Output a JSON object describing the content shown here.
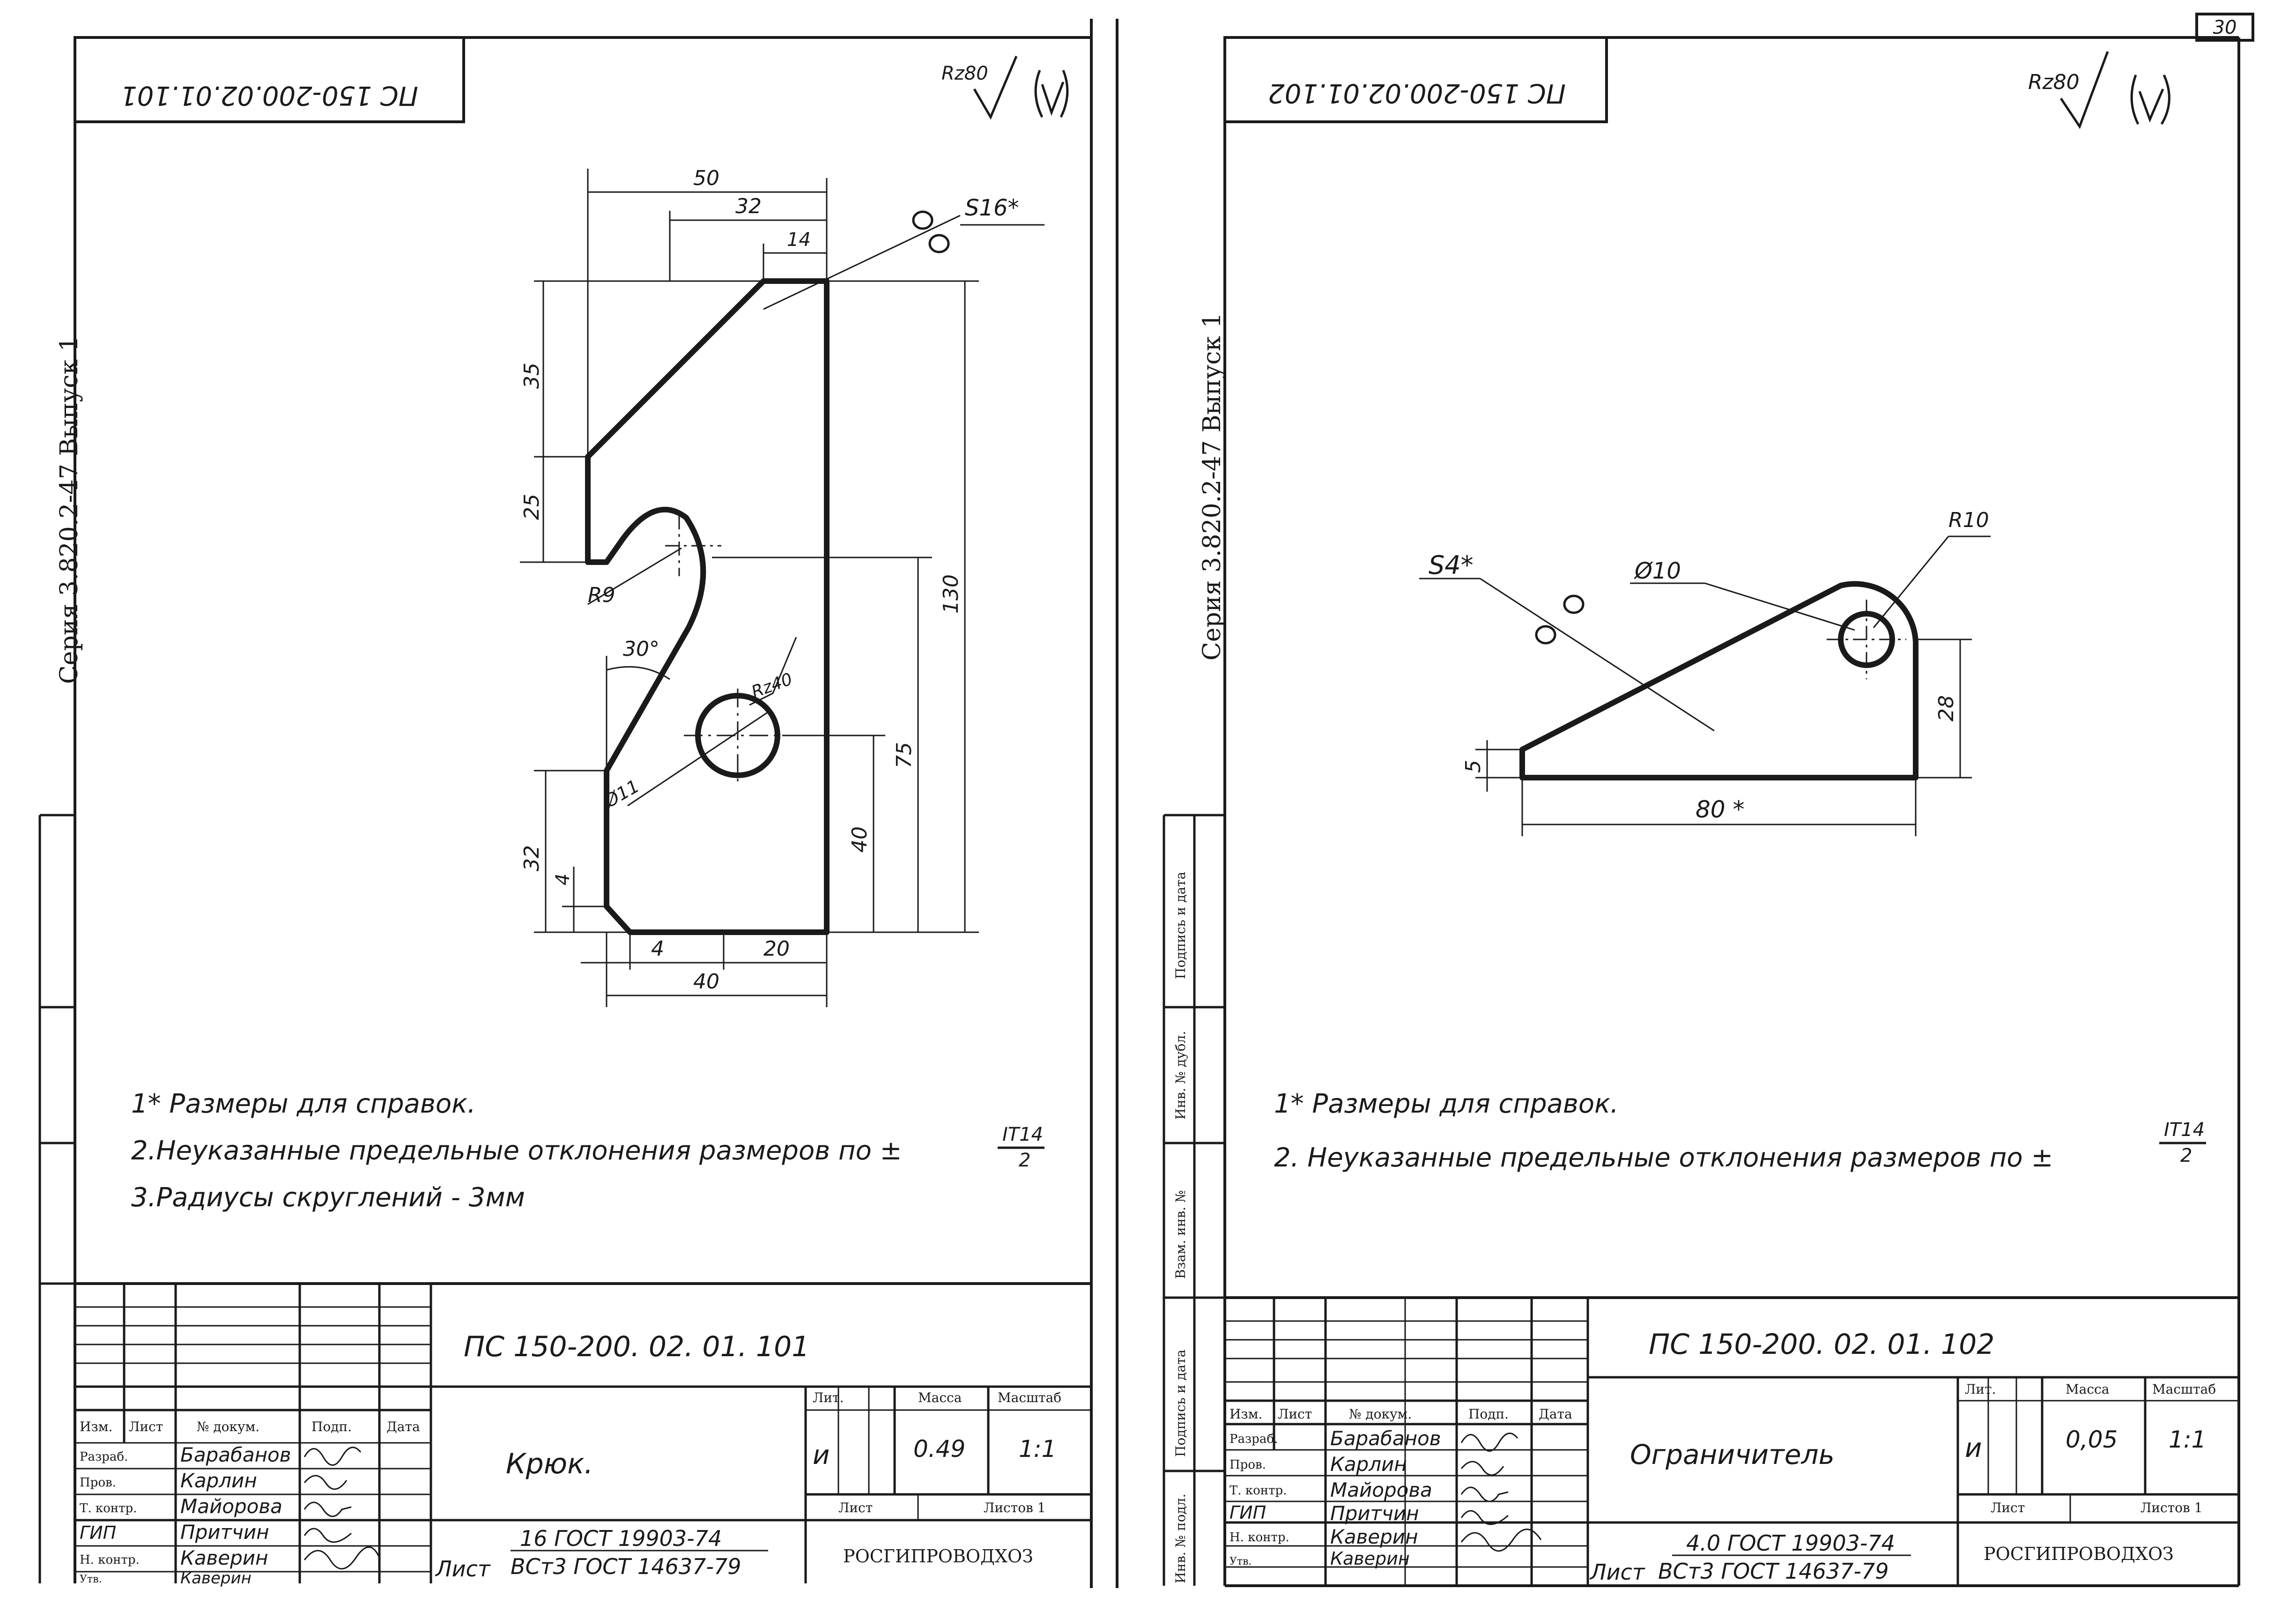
{
  "page_number": "30",
  "sheets": [
    {
      "code_rotated": "ПС 150-200.02.01.101",
      "series_label": "Серия 3.820.2-47  Выпуск 1",
      "roughness": "Rz80",
      "dims": {
        "d50": "50",
        "d32t": "32",
        "d14": "14",
        "s": "S16*",
        "d35": "35",
        "d25": "25",
        "r9": "R9",
        "ang": "30°",
        "rz40": "Rz40",
        "dia": "Ø11",
        "d130": "130",
        "d75": "75",
        "d40v": "40",
        "d32l": "32",
        "d4l": "4",
        "d4b": "4",
        "d20": "20",
        "d40b": "40"
      },
      "notes": [
        "1* Размеры для справок.",
        "2.Неуказанные предельные отклонения размеров по ±",
        "3.Радиусы скруглений - 3мм"
      ],
      "tol_num": "IT14",
      "tol_den": "2",
      "title_block": {
        "code": "ПС 150-200. 02. 01. 101",
        "part_name": "Крюк.",
        "material_top": "16 ГОСТ 19903-74",
        "material_prefix": "Лист",
        "material_bottom": "ВСт3 ГОСТ 14637-79",
        "lit_label": "Лит.",
        "mass_label": "Масса",
        "scale_label": "Масштаб",
        "lit": "и",
        "mass": "0.49",
        "scale": "1:1",
        "sheet_label": "Лист",
        "sheets_label": "Листов 1",
        "org": "РОСГИПРОВОДХОЗ",
        "headers": [
          "Изм.",
          "Лист",
          "№ докум.",
          "Подп.",
          "Дата"
        ],
        "roles": [
          "Разраб.",
          "Пров.",
          "Т. контр.",
          "ГИП",
          "Н. контр.",
          "Утв."
        ],
        "names": [
          "Барабанов",
          "Карлин",
          "Майорова",
          "Притчин",
          "Каверин",
          "Каверин"
        ]
      }
    },
    {
      "code_rotated": "ПС 150-200.02.01.102",
      "series_label": "Серия 3.820.2-47  Выпуск 1",
      "roughness": "Rz80",
      "dims": {
        "s": "S4*",
        "dia": "Ø10",
        "r10": "R10",
        "d5": "5",
        "d28": "28",
        "d80": "80 *"
      },
      "notes": [
        "1* Размеры для справок.",
        "2. Неуказанные предельные отклонения размеров по ±"
      ],
      "tol_num": "IT14",
      "tol_den": "2",
      "title_block": {
        "code": "ПС 150-200. 02. 01. 102",
        "part_name": "Ограничитель",
        "material_top": "4.0 ГОСТ 19903-74",
        "material_prefix": "Лист",
        "material_bottom": "ВСт3 ГОСТ 14637-79",
        "lit_label": "Лит.",
        "mass_label": "Масса",
        "scale_label": "Масштаб",
        "lit": "и",
        "mass": "0,05",
        "scale": "1:1",
        "sheet_label": "Лист",
        "sheets_label": "Листов 1",
        "org": "РОСГИПРОВОДХОЗ",
        "headers": [
          "Изм.",
          "Лист",
          "№ докум.",
          "Подп.",
          "Дата"
        ],
        "roles": [
          "Разраб.",
          "Пров.",
          "Т. контр.",
          "ГИП",
          "Н. контр.",
          "Утв."
        ],
        "names": [
          "Барабанов",
          "Карлин",
          "Майорова",
          "Притчин",
          "Каверин",
          "Каверин"
        ]
      },
      "side_stamps": [
        "Подпись и дата",
        "Инв. № дубл.",
        "Взам. инв. №",
        "Подпись и дата",
        "Инв. № подл."
      ]
    }
  ]
}
